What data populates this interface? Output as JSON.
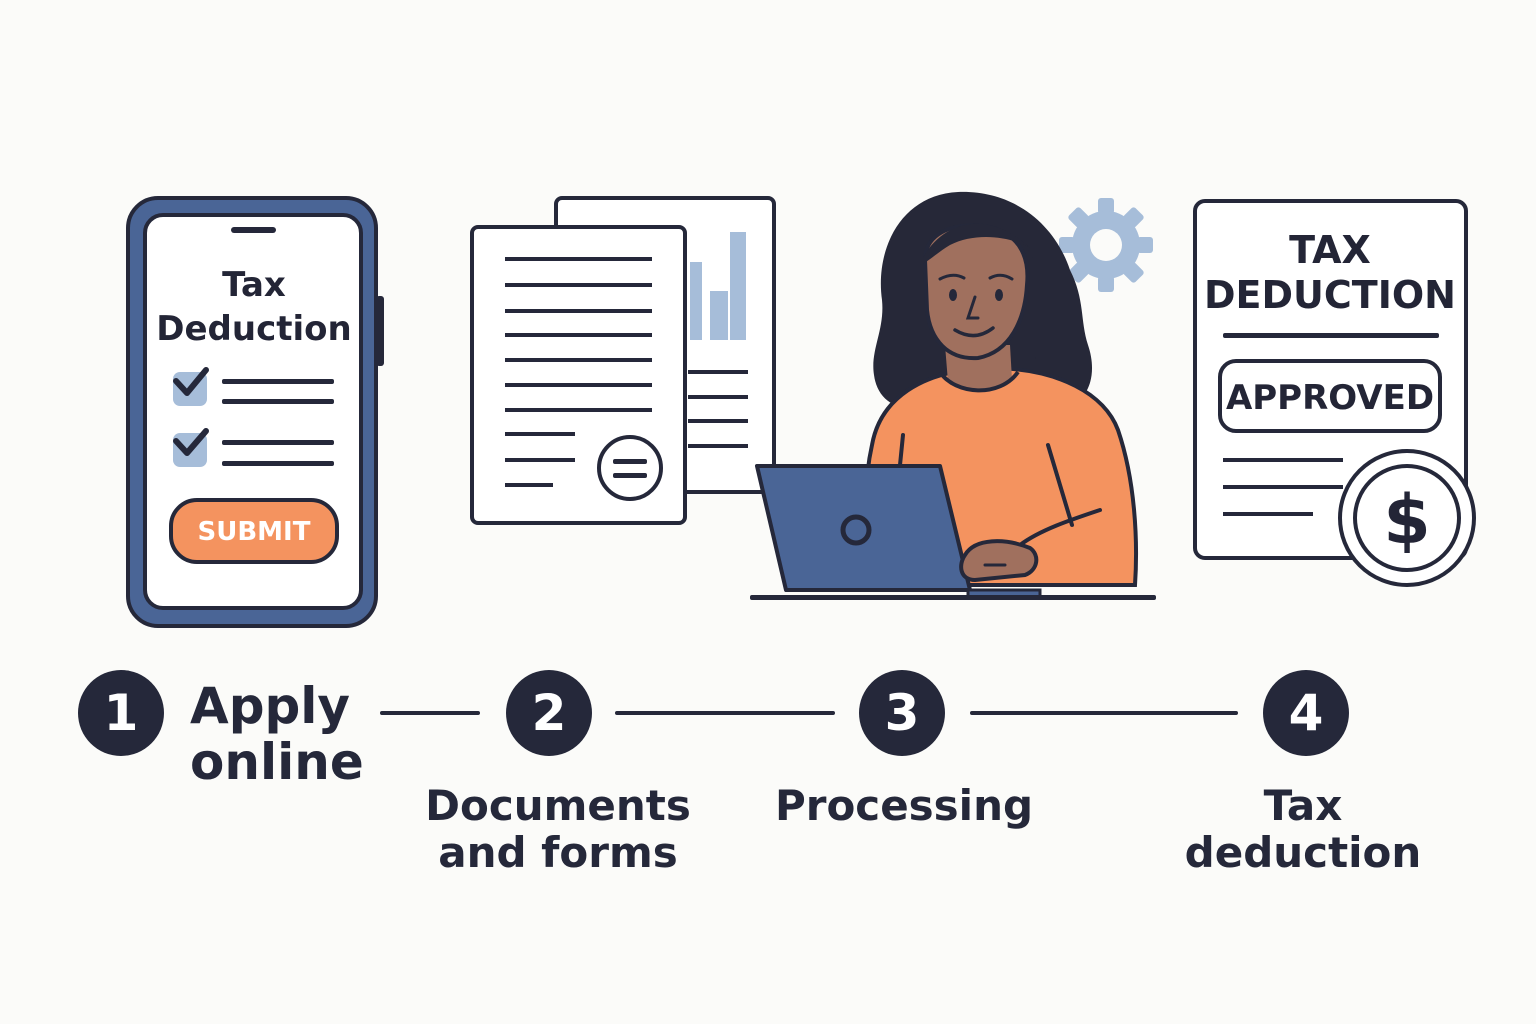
{
  "phone": {
    "title_line1": "Tax",
    "title_line2": "Deduction",
    "submit_label": "SUBMIT"
  },
  "certificate": {
    "title_line1": "TAX",
    "title_line2": "DEDUCTION",
    "stamp_label": "APPROVED",
    "coin_symbol": "$"
  },
  "steps": [
    {
      "number": "1",
      "label_line1": "Apply",
      "label_line2": "online"
    },
    {
      "number": "2",
      "label_line1": "Documents",
      "label_line2": "and forms"
    },
    {
      "number": "3",
      "label_line1": "Processing",
      "label_line2": ""
    },
    {
      "number": "4",
      "label_line1": "Tax deduction",
      "label_line2": ""
    }
  ],
  "colors": {
    "ink": "#25283a",
    "navy_blue": "#4a6596",
    "light_blue": "#a6bdd9",
    "orange": "#f4935f",
    "skin": "#a0705e",
    "hair": "#262838",
    "paper": "#ffffff"
  },
  "icons": [
    "phone-icon",
    "checkbox-icon",
    "document-icon",
    "bar-chart-icon",
    "gear-icon",
    "laptop-icon",
    "person-illustration",
    "certificate-icon",
    "dollar-coin-icon"
  ]
}
